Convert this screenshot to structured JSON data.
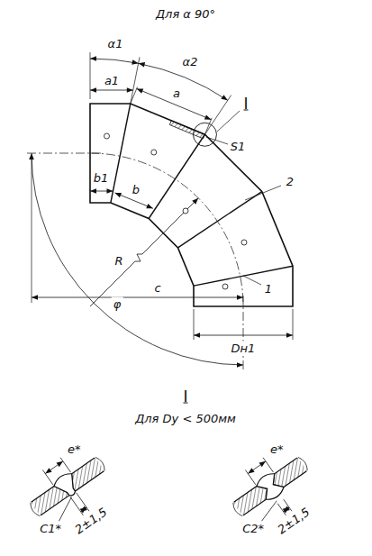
{
  "diagram": {
    "title": "Для α 90°",
    "labels": [
      "α1",
      "α2",
      "a1",
      "a",
      "I",
      "S1",
      "b1",
      "b",
      "2",
      "R",
      "c",
      "1",
      "φ",
      "Dн1",
      "I",
      "Для Dy < 500мм",
      "2±1,5",
      "e*",
      "C1*",
      "2±1,5",
      "e*",
      "C2*"
    ]
  }
}
